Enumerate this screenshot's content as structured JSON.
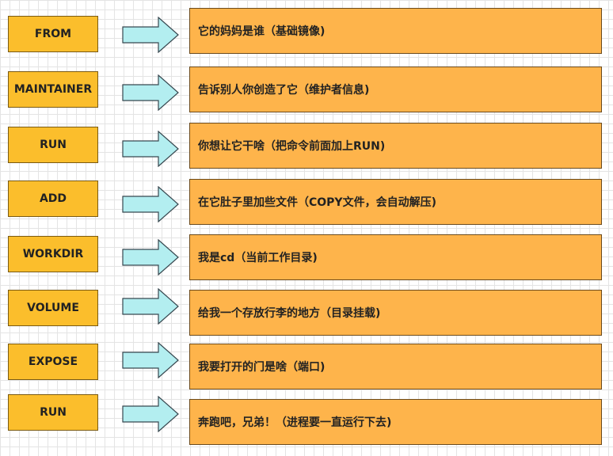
{
  "rows": [
    {
      "keyword": "FROM",
      "description": "它的妈妈是谁（基础镜像)"
    },
    {
      "keyword": "MAINTAINER",
      "description": "告诉别人你创造了它（维护者信息)"
    },
    {
      "keyword": "RUN",
      "description": "你想让它干啥（把命令前面加上RUN)"
    },
    {
      "keyword": "ADD",
      "description": "在它肚子里加些文件（COPY文件，会自动解压)"
    },
    {
      "keyword": "WORKDIR",
      "description": "我是cd（当前工作目录)"
    },
    {
      "keyword": "VOLUME",
      "description": "给我一个存放行李的地方（目录挂载)"
    },
    {
      "keyword": "EXPOSE",
      "description": "我要打开的门是啥（端口)"
    },
    {
      "keyword": "RUN",
      "description": "奔跑吧，兄弟！（进程要一直运行下去)"
    }
  ],
  "colors": {
    "keyword_fill": "#fbbe2c",
    "description_fill": "#feb44b",
    "arrow_fill": "#b3eef0"
  },
  "icons": {
    "arrow": "arrow-right-icon"
  }
}
